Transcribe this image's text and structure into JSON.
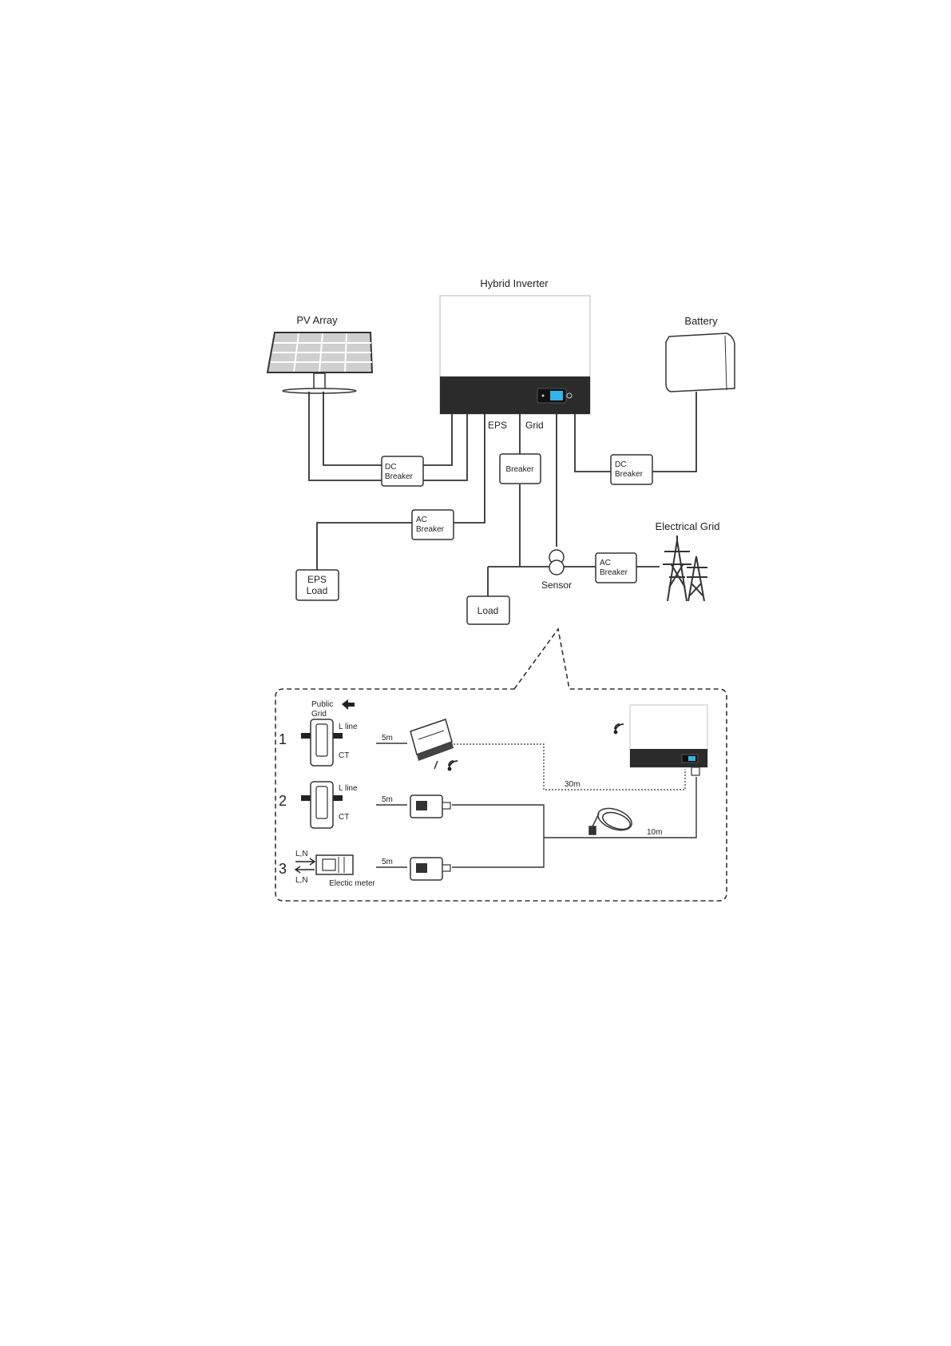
{
  "top": {
    "inverter_title": "Hybrid Inverter",
    "pv_array": "PV Array",
    "battery": "Battery",
    "eps_port": "EPS",
    "grid_port": "Grid",
    "dc_breaker_left": [
      "DC",
      "Breaker"
    ],
    "dc_breaker_right": [
      "DC",
      "Breaker"
    ],
    "breaker": "Breaker",
    "ac_breaker_eps": [
      "AC",
      "Breaker"
    ],
    "ac_breaker_grid": [
      "AC",
      "Breaker"
    ],
    "eps_load": [
      "EPS",
      "Load"
    ],
    "load": "Load",
    "sensor": "Sensor",
    "electrical_grid": "Electrical Grid"
  },
  "detail": {
    "public_grid": [
      "Public",
      "Grid"
    ],
    "option_1": "1",
    "option_2": "2",
    "option_3": "3",
    "l_line_1": "L line",
    "l_line_2": "L line",
    "ct_1": "CT",
    "ct_2": "CT",
    "len_5m_1": "5m",
    "len_5m_2": "5m",
    "len_5m_3": "5m",
    "len_30m": "30m",
    "len_10m": "10m",
    "ln_in": "L,N",
    "ln_out": "L,N",
    "electric_meter": "Electic meter"
  }
}
